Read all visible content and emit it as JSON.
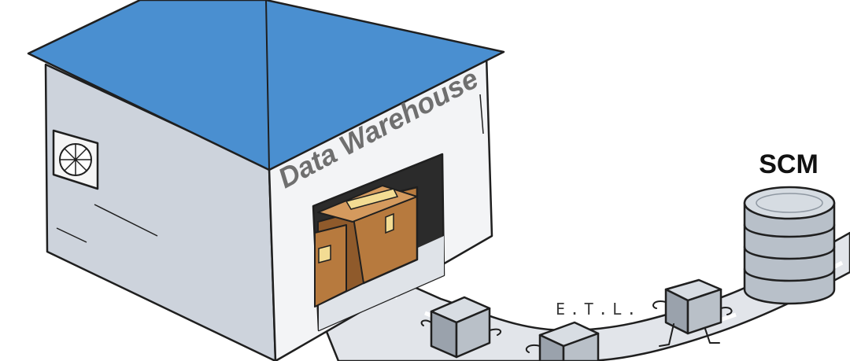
{
  "warehouse": {
    "sign": "Data Warehouse"
  },
  "process": {
    "label": "E.T.L."
  },
  "source": {
    "label": "SCM"
  },
  "colors": {
    "roof": "#4a8fd0",
    "wall_side": "#cdd3dc",
    "wall_front": "#f3f4f6",
    "road": "#e2e5ea",
    "box": "#b77a3e",
    "box_dark": "#8f5a2b",
    "tape": "#f3dc93",
    "cube_top": "#d8dde3",
    "cube_left": "#9aa2ac",
    "cube_right": "#b9c0c8",
    "db": "#b8c0c9"
  }
}
